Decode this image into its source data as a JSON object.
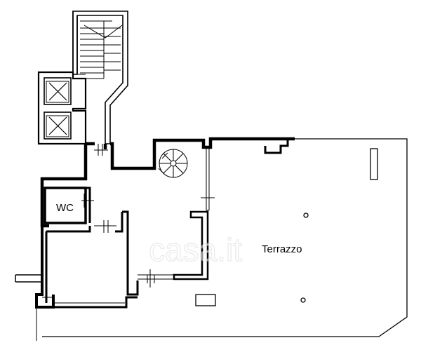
{
  "plan": {
    "labels": {
      "wc": "WC",
      "terrace": "Terrazzo"
    },
    "watermark": "casa.it"
  }
}
